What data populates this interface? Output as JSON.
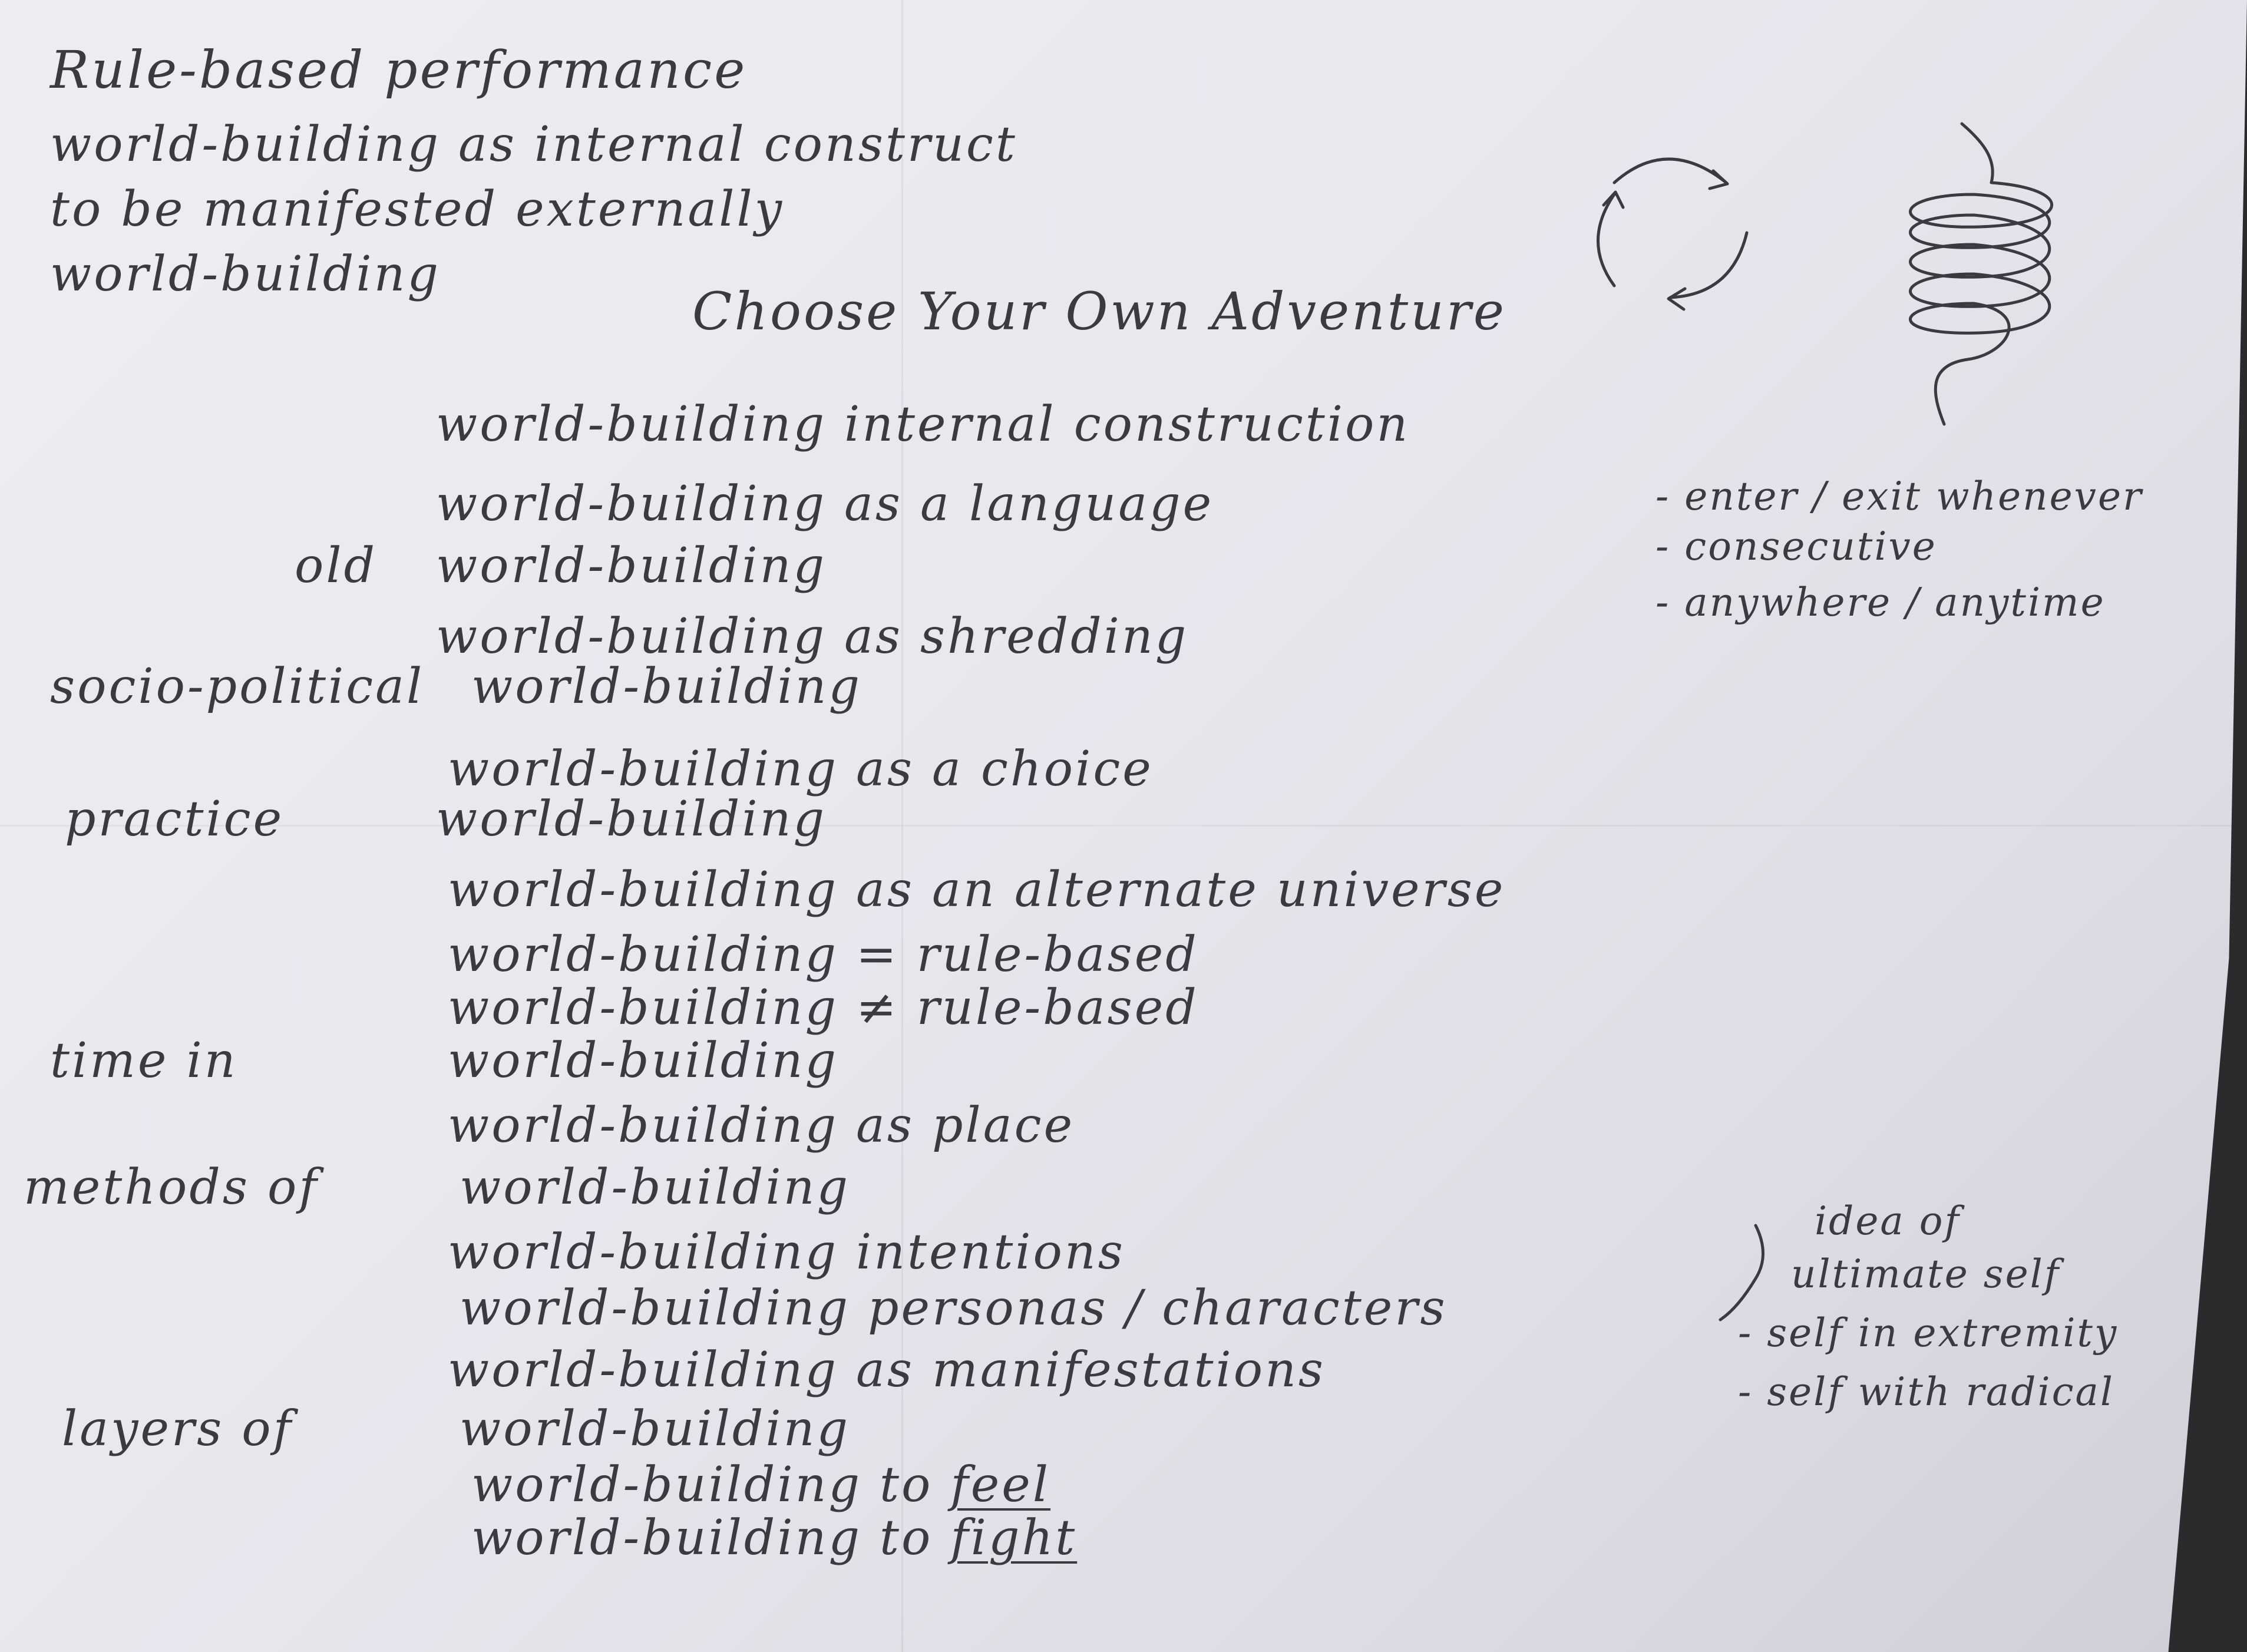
{
  "top_notes": [
    "Rule-based performance",
    "world-building as internal construct",
    "to be manifested externally",
    "world-building"
  ],
  "heading": "Choose Your Own Adventure",
  "list": [
    {
      "prefix": "",
      "text": "world-building internal construction"
    },
    {
      "prefix": "",
      "text": "world-building as a language"
    },
    {
      "prefix": "old",
      "text": "world-building"
    },
    {
      "prefix": "",
      "text": "world-building as shredding"
    },
    {
      "prefix": "socio-political",
      "text": "world-building"
    },
    {
      "prefix": "",
      "text": "world-building as a choice"
    },
    {
      "prefix": "practice",
      "text": "world-building"
    },
    {
      "prefix": "",
      "text": "world-building as an alternate universe"
    },
    {
      "prefix": "",
      "text": "world-building = rule-based"
    },
    {
      "prefix": "",
      "text": "world-building ≠ rule-based"
    },
    {
      "prefix": "time in",
      "text": "world-building"
    },
    {
      "prefix": "",
      "text": "world-building as place"
    },
    {
      "prefix": "methods of",
      "text": "world-building"
    },
    {
      "prefix": "",
      "text": "world-building intentions"
    },
    {
      "prefix": "",
      "text": "world-building personas / characters"
    },
    {
      "prefix": "",
      "text": "world-building as manifestations"
    },
    {
      "prefix": "layers of",
      "text": "world-building"
    },
    {
      "prefix": "",
      "text": "world-building to",
      "underlined": "feel"
    },
    {
      "prefix": "",
      "text": "world-building to",
      "underlined": "fight"
    }
  ],
  "right_notes": [
    "- enter / exit whenever",
    "- consecutive",
    "- anywhere / anytime"
  ],
  "self_notes": [
    "idea of",
    "ultimate self",
    "- self in extremity",
    "- self with radical"
  ],
  "icons": [
    "cycle-arrows-icon",
    "spiral-icon",
    "brace-icon"
  ]
}
